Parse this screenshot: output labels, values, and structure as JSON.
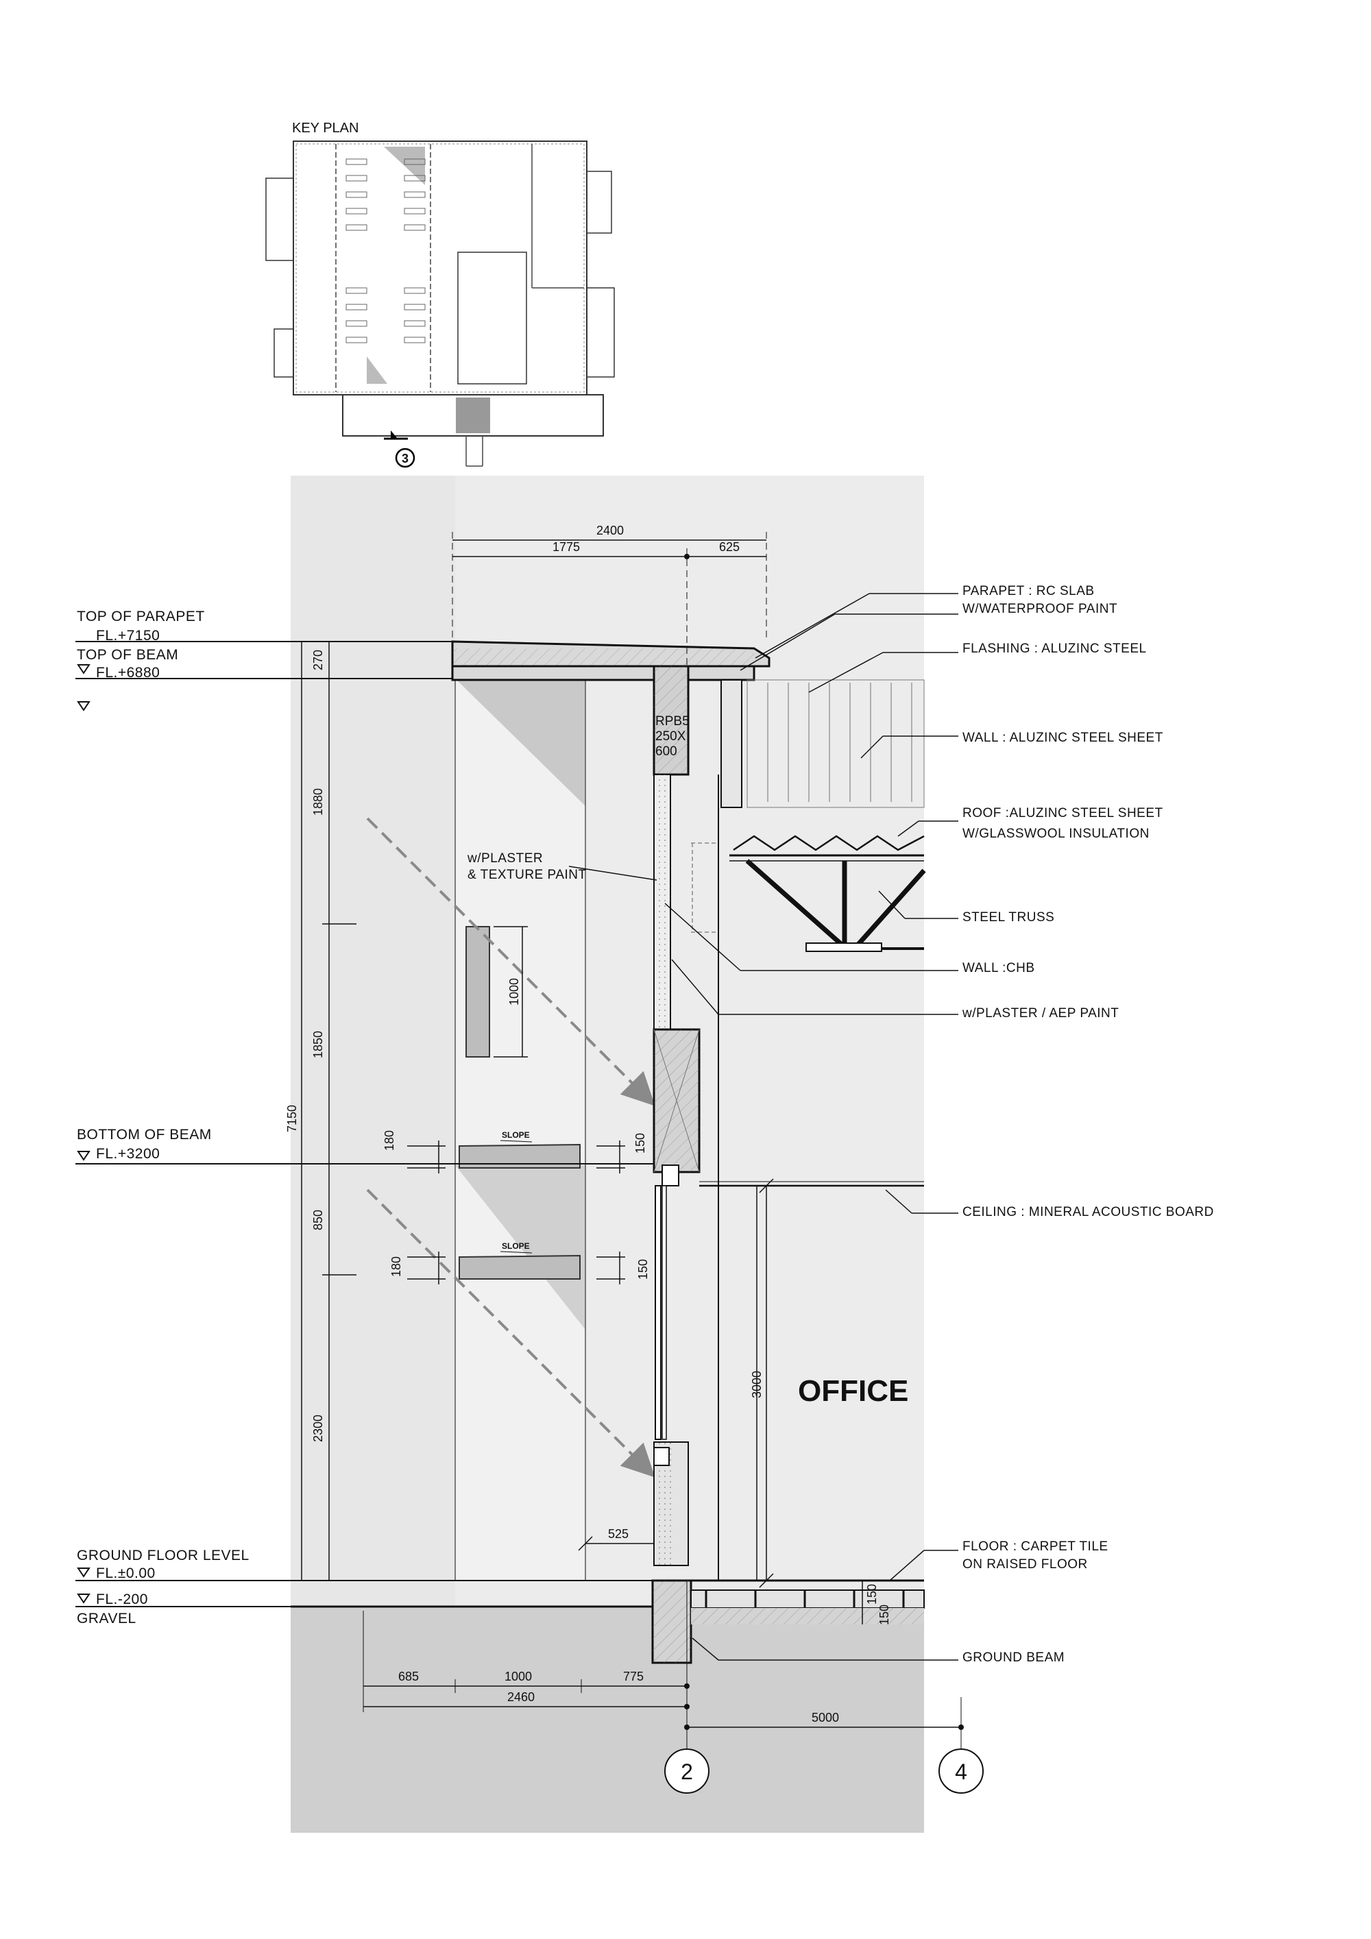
{
  "key_plan": {
    "title": "KEY PLAN",
    "section_marker": "3"
  },
  "levels": [
    {
      "name": "TOP OF PARAPET",
      "value": "FL.+7150"
    },
    {
      "name": "TOP OF BEAM",
      "value": "FL.+6880"
    },
    {
      "name": "BOTTOM OF BEAM",
      "value": "FL.+3200"
    },
    {
      "name": "GROUND FLOOR LEVEL",
      "value": "FL.±0.00"
    },
    {
      "name": "",
      "value": "FL.-200"
    },
    {
      "name": "GRAVEL",
      "value": ""
    }
  ],
  "dimensions": {
    "top_total": "2400",
    "top_left": "1775",
    "top_right": "625",
    "vertical_overall": "7150",
    "vertical": [
      "270",
      "1880",
      "1850",
      "850",
      "2300"
    ],
    "opening_1000": "1000",
    "fin_180_upper": "180",
    "fin_180_lower": "180",
    "fin_150_upper": "150",
    "fin_150_lower": "150",
    "projection_525": "525",
    "ceiling_height": "3000",
    "floor_150_a": "150",
    "floor_150_b": "150",
    "bottom_685": "685",
    "bottom_1000": "1000",
    "bottom_775": "775",
    "bottom_total": "2460",
    "grid_span": "5000"
  },
  "annotations": {
    "rpb": [
      "RPB5",
      "250X",
      "600"
    ],
    "slope_upper": "SLOPE",
    "slope_lower": "SLOPE",
    "plaster_texture": [
      "w/PLASTER",
      "& TEXTURE PAINT"
    ]
  },
  "notes": [
    [
      "PARAPET : RC SLAB",
      "W/WATERPROOF PAINT"
    ],
    [
      "FLASHING : ALUZINC STEEL"
    ],
    [
      "WALL : ALUZINC STEEL SHEET"
    ],
    [
      "ROOF :ALUZINC STEEL SHEET",
      "W/GLASSWOOL INSULATION"
    ],
    [
      "STEEL TRUSS"
    ],
    [
      "WALL :CHB"
    ],
    [
      "w/PLASTER / AEP PAINT"
    ],
    [
      "CEILING : MINERAL ACOUSTIC BOARD"
    ],
    [
      "FLOOR : CARPET TILE",
      "ON RAISED FLOOR"
    ],
    [
      "GROUND BEAM"
    ]
  ],
  "room_label": "OFFICE",
  "grid_bubbles": [
    "2",
    "4"
  ],
  "colors": {
    "ink": "#111111",
    "panel": "#ececec",
    "gravel": "#cfcfcf",
    "concrete": "#d9d9d9",
    "shadow": "#c8c8c8"
  }
}
